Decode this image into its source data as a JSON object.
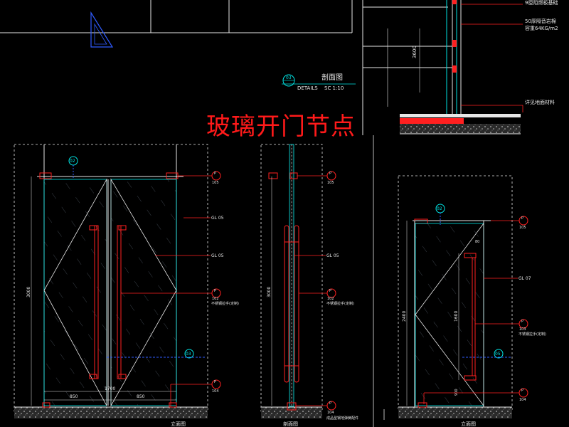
{
  "title": "玻璃开门节点",
  "section_view": {
    "badge_number": "03",
    "badge_label": "DETAILS",
    "title": "剖面图",
    "scale": "SC 1:10",
    "dimension_height": "3600",
    "notes": [
      "9厘阻燃板基础",
      "50厚隔音岩棉",
      "容重64KG/m2",
      "详见地面材料"
    ]
  },
  "elevation_left": {
    "dimension_height": "3000",
    "dimension_total": "1700",
    "dimension_left": "850",
    "dimension_right": "850",
    "callouts": [
      {
        "symbol": "P",
        "code": "105"
      },
      {
        "symbol": "",
        "code": "GL 05"
      },
      {
        "symbol": "",
        "code": "GL 05"
      },
      {
        "symbol": "P",
        "code": "102",
        "note": "不锈钢拉手(定制)"
      },
      {
        "symbol": "P",
        "code": "104"
      }
    ],
    "section_marks": [
      {
        "id": "02"
      },
      {
        "id": "03"
      }
    ],
    "view_label": "立面图"
  },
  "elevation_middle": {
    "dimension_height": "3000",
    "callouts": [
      {
        "symbol": "P",
        "code": "105"
      },
      {
        "symbol": "",
        "code": "GL 05"
      },
      {
        "symbol": "P",
        "code": "102",
        "note": "不锈钢拉手(定制)"
      },
      {
        "symbol": "P",
        "code": "104",
        "note": "成品型钢地弹簧配件"
      }
    ],
    "view_label": "剖面图"
  },
  "elevation_right": {
    "dimension_height": "2400",
    "dimension_handle": "1600",
    "dimension_small": "80",
    "dimension_bottom": "900",
    "callouts": [
      {
        "symbol": "P",
        "code": "105"
      },
      {
        "symbol": "",
        "code": "GL 07"
      },
      {
        "symbol": "P",
        "code": "103",
        "note": "不锈钢拉手(定制)"
      },
      {
        "symbol": "P",
        "code": "104"
      }
    ],
    "section_marks": [
      {
        "id": "02"
      },
      {
        "id": "05"
      }
    ],
    "view_label": "立面图"
  },
  "colors": {
    "background": "#000000",
    "line_white": "#e6e6e6",
    "line_cyan": "#00e5e5",
    "line_red": "#ff2020",
    "line_blue": "#2f5bff",
    "hatch_gray": "#7a7a7a",
    "text_red": "#ff1a1a"
  }
}
